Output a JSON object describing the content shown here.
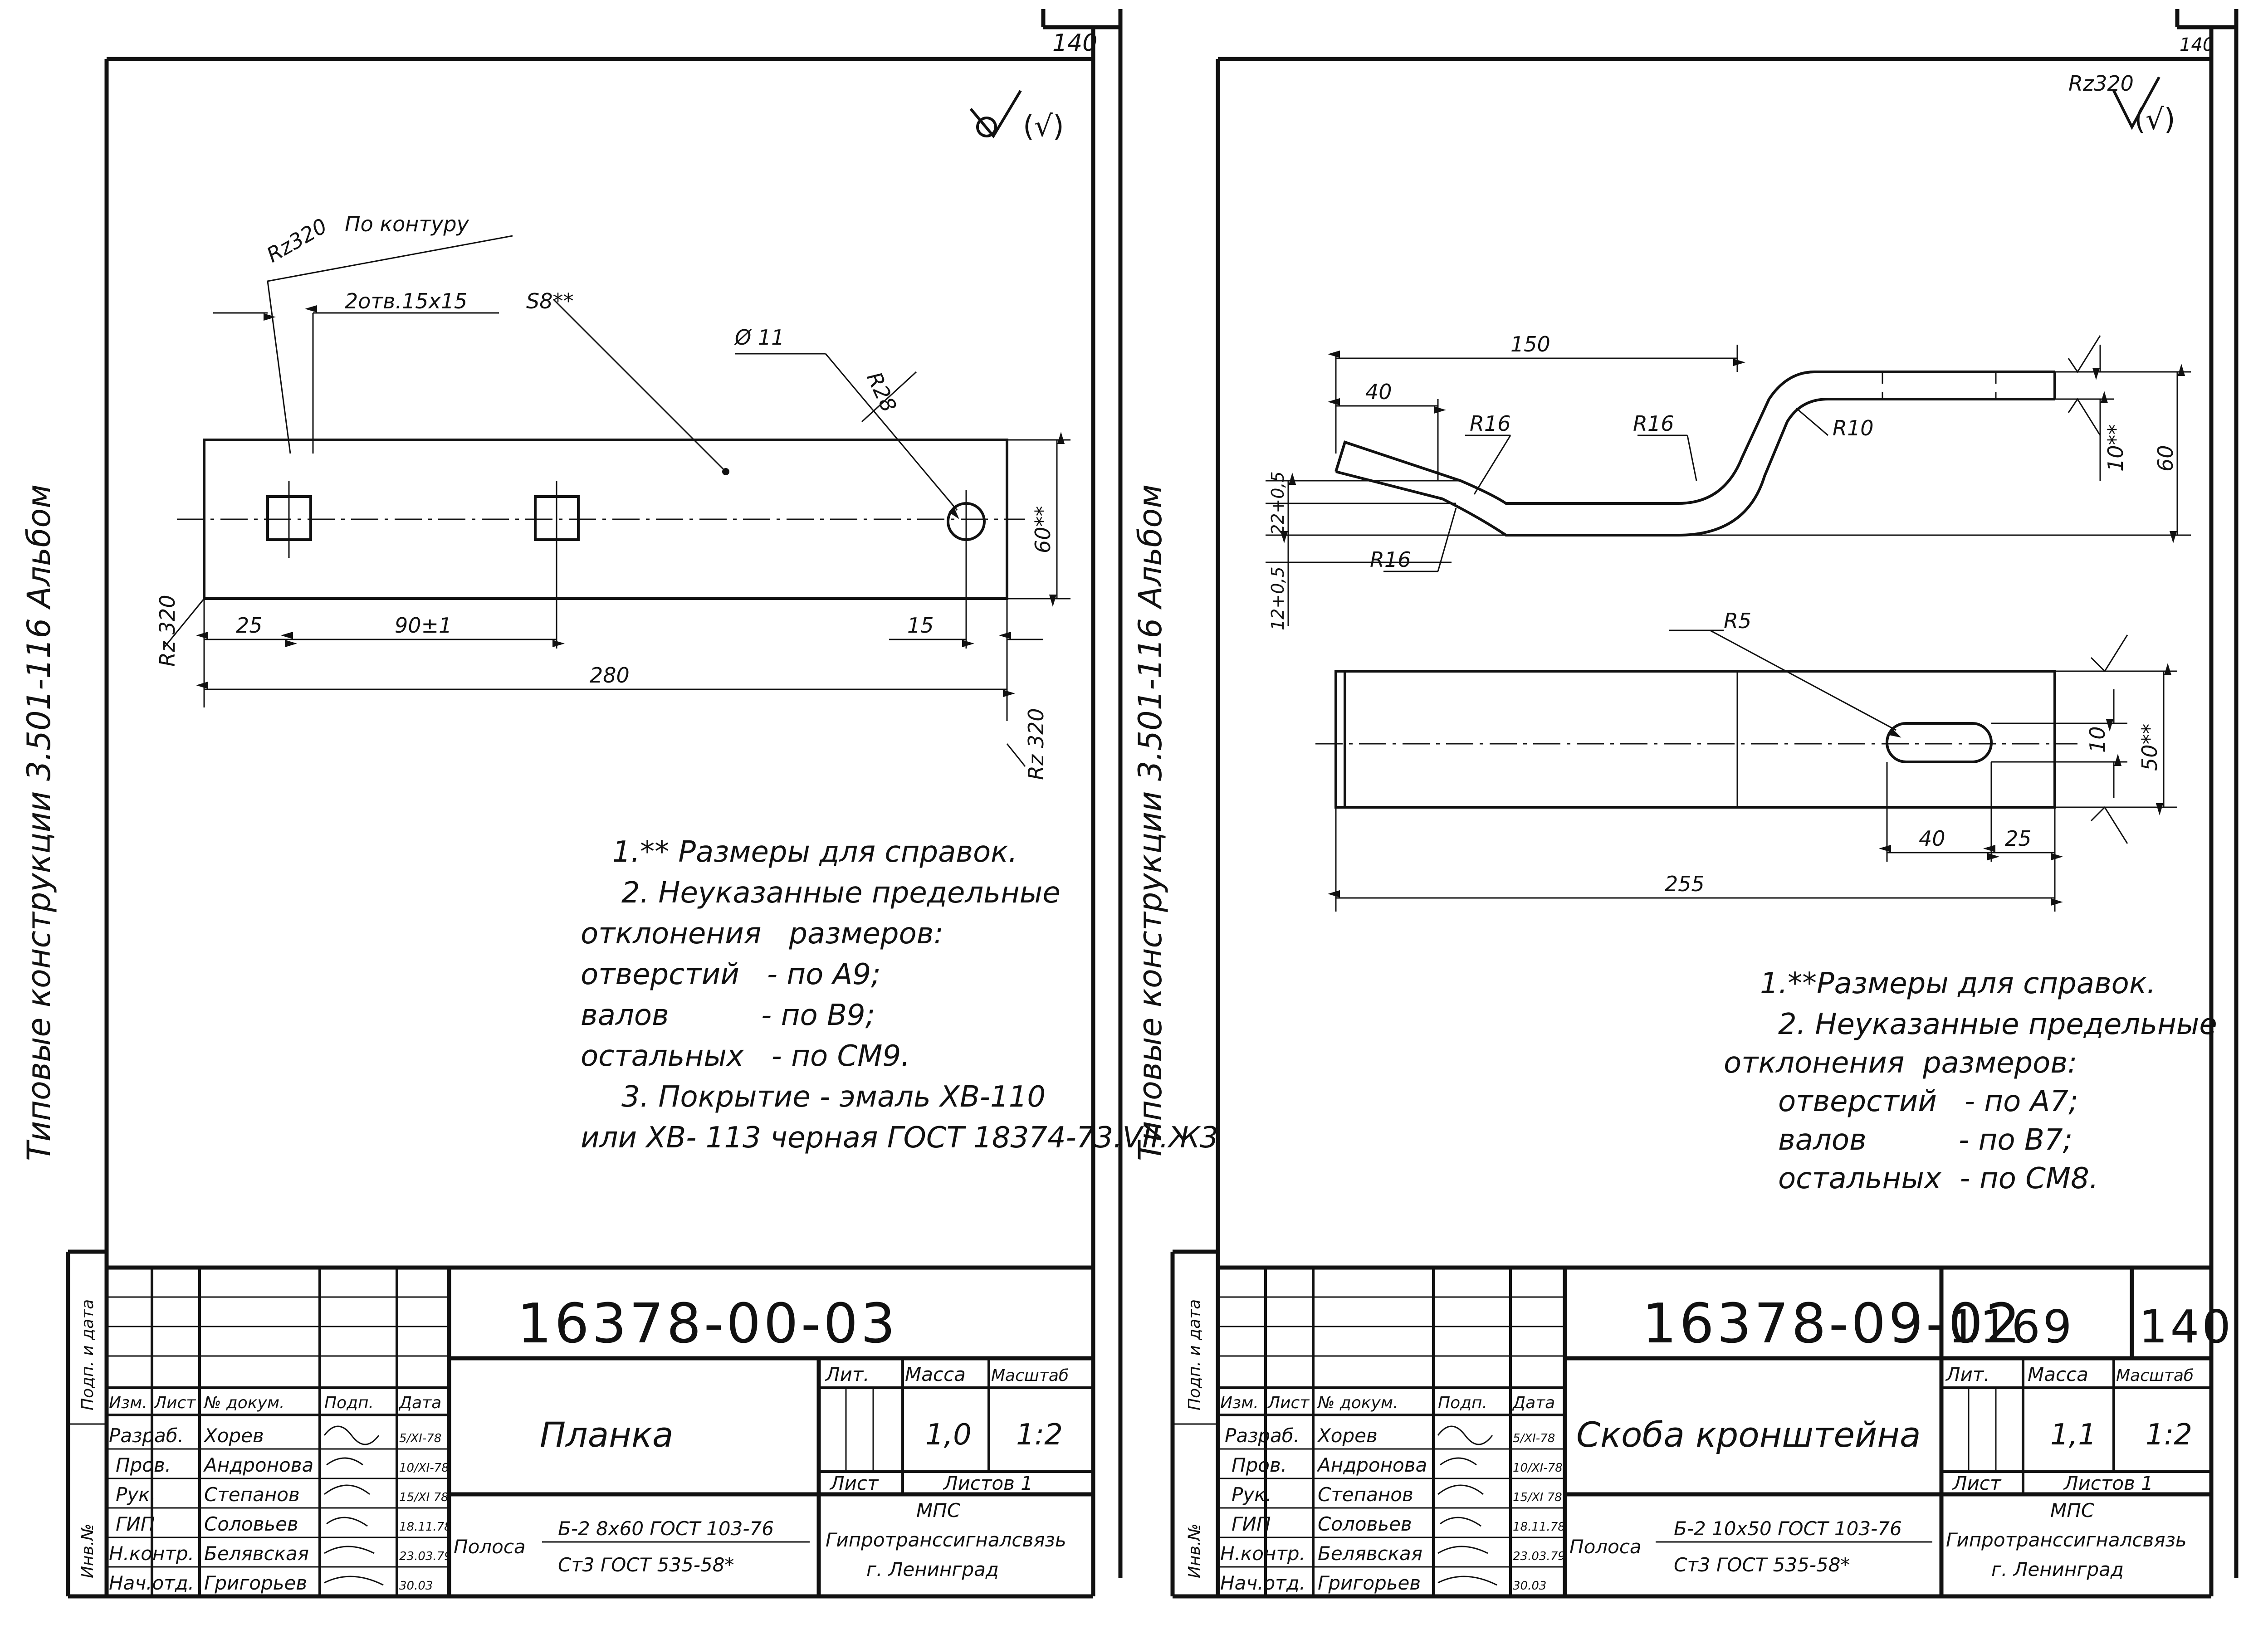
{
  "album_label": "Типовые конструкции 3.501-116 Альбом",
  "left_sheet": {
    "page_number": "140",
    "surface_mark": "√(√)",
    "callouts": {
      "rz_contour": "Rz320",
      "contour": "По контуру",
      "holes": "2отв.15x15",
      "thickness": "S8**",
      "diameter": "Ø 11",
      "radius": "R28",
      "rz_left": "Rz 320",
      "rz_right": "Rz 320"
    },
    "dimensions": {
      "d25": "25",
      "d90": "90±1",
      "d15": "15",
      "d280": "280",
      "d60": "60**"
    },
    "notes": [
      "1.** Размеры для справок.",
      "2. Неуказанные предельные",
      "отклонения   размеров:",
      "отверстий   - по А9;",
      "валов          - по В9;",
      "остальных   - по СМ9.",
      "3. Покрытие - эмаль ХВ-110",
      "или ХВ- 113 черная ГОСТ 18374-73.VII.Ж3"
    ],
    "title_block": {
      "doc_code": "16378-00-03",
      "part_name": "Планка",
      "material_prefix": "Полоса",
      "material_top": "Б-2 8x60 ГОСТ 103-76",
      "material_bottom": "Ст3 ГОСТ 535-58*",
      "mass": "1,0",
      "scale": "1:2",
      "org_line1": "МПС",
      "org_line2": "Гипротранссигналсвязь",
      "org_line3": "г. Ленинград",
      "sheets_total": "Листов 1"
    }
  },
  "right_sheet": {
    "page_number": "140",
    "surface_mark": "Rz320",
    "surface_mark_paren": "(√)",
    "dimensions": {
      "d150": "150",
      "d40": "40",
      "r16a": "R16",
      "r16b": "R16",
      "r16c": "R16",
      "r10": "R10",
      "d22": "22+0,5",
      "d12": "12+0,5",
      "d10s": "10**",
      "d60": "60",
      "r5": "R5",
      "d10": "10",
      "d50": "50**",
      "d40b": "40",
      "d25": "25",
      "d255": "255"
    },
    "notes": [
      "1.**Размеры для справок.",
      "2. Неуказанные предельные",
      "отклонения  размеров:",
      "отверстий   - по А7;",
      "валов          - по В7;",
      "остальных  - по СМ8."
    ],
    "title_block": {
      "doc_code": "16378-09-02",
      "inv_code": "1169",
      "sheet_code": "140",
      "part_name": "Скоба кронштейна",
      "material_prefix": "Полоса",
      "material_top": "Б-2 10x50 ГОСТ 103-76",
      "material_bottom": "Ст3 ГОСТ 535-58*",
      "mass": "1,1",
      "scale": "1:2",
      "org_line1": "МПС",
      "org_line2": "Гипротранссигналсвязь",
      "org_line3": "г. Ленинград",
      "sheets_total": "Листов 1"
    }
  },
  "title_block_labels": {
    "izm": "Изм.",
    "list": "Лист",
    "doc_no": "№ докум.",
    "sign": "Подп.",
    "date": "Дата",
    "lit": "Лит.",
    "massa": "Масса",
    "masshtab": "Масштаб",
    "list_cell": "Лист",
    "inv_no": "Инв.№",
    "sign_date": "Подп. и дата"
  },
  "staff": [
    {
      "role": "Разраб.",
      "name": "Хорев",
      "date": "5/XI-78"
    },
    {
      "role": "Пров.",
      "name": "Андронова",
      "date": "10/XI-78"
    },
    {
      "role": "Рук.",
      "name": "Степанов",
      "date": "15/XI 78"
    },
    {
      "role": "ГИП",
      "name": "Соловьев",
      "date": "18.11.78"
    },
    {
      "role": "Н.контр.",
      "name": "Белявская",
      "date": "23.03.79"
    },
    {
      "role": "Нач.отд.",
      "name": "Григорьев",
      "date": "30.03"
    }
  ]
}
